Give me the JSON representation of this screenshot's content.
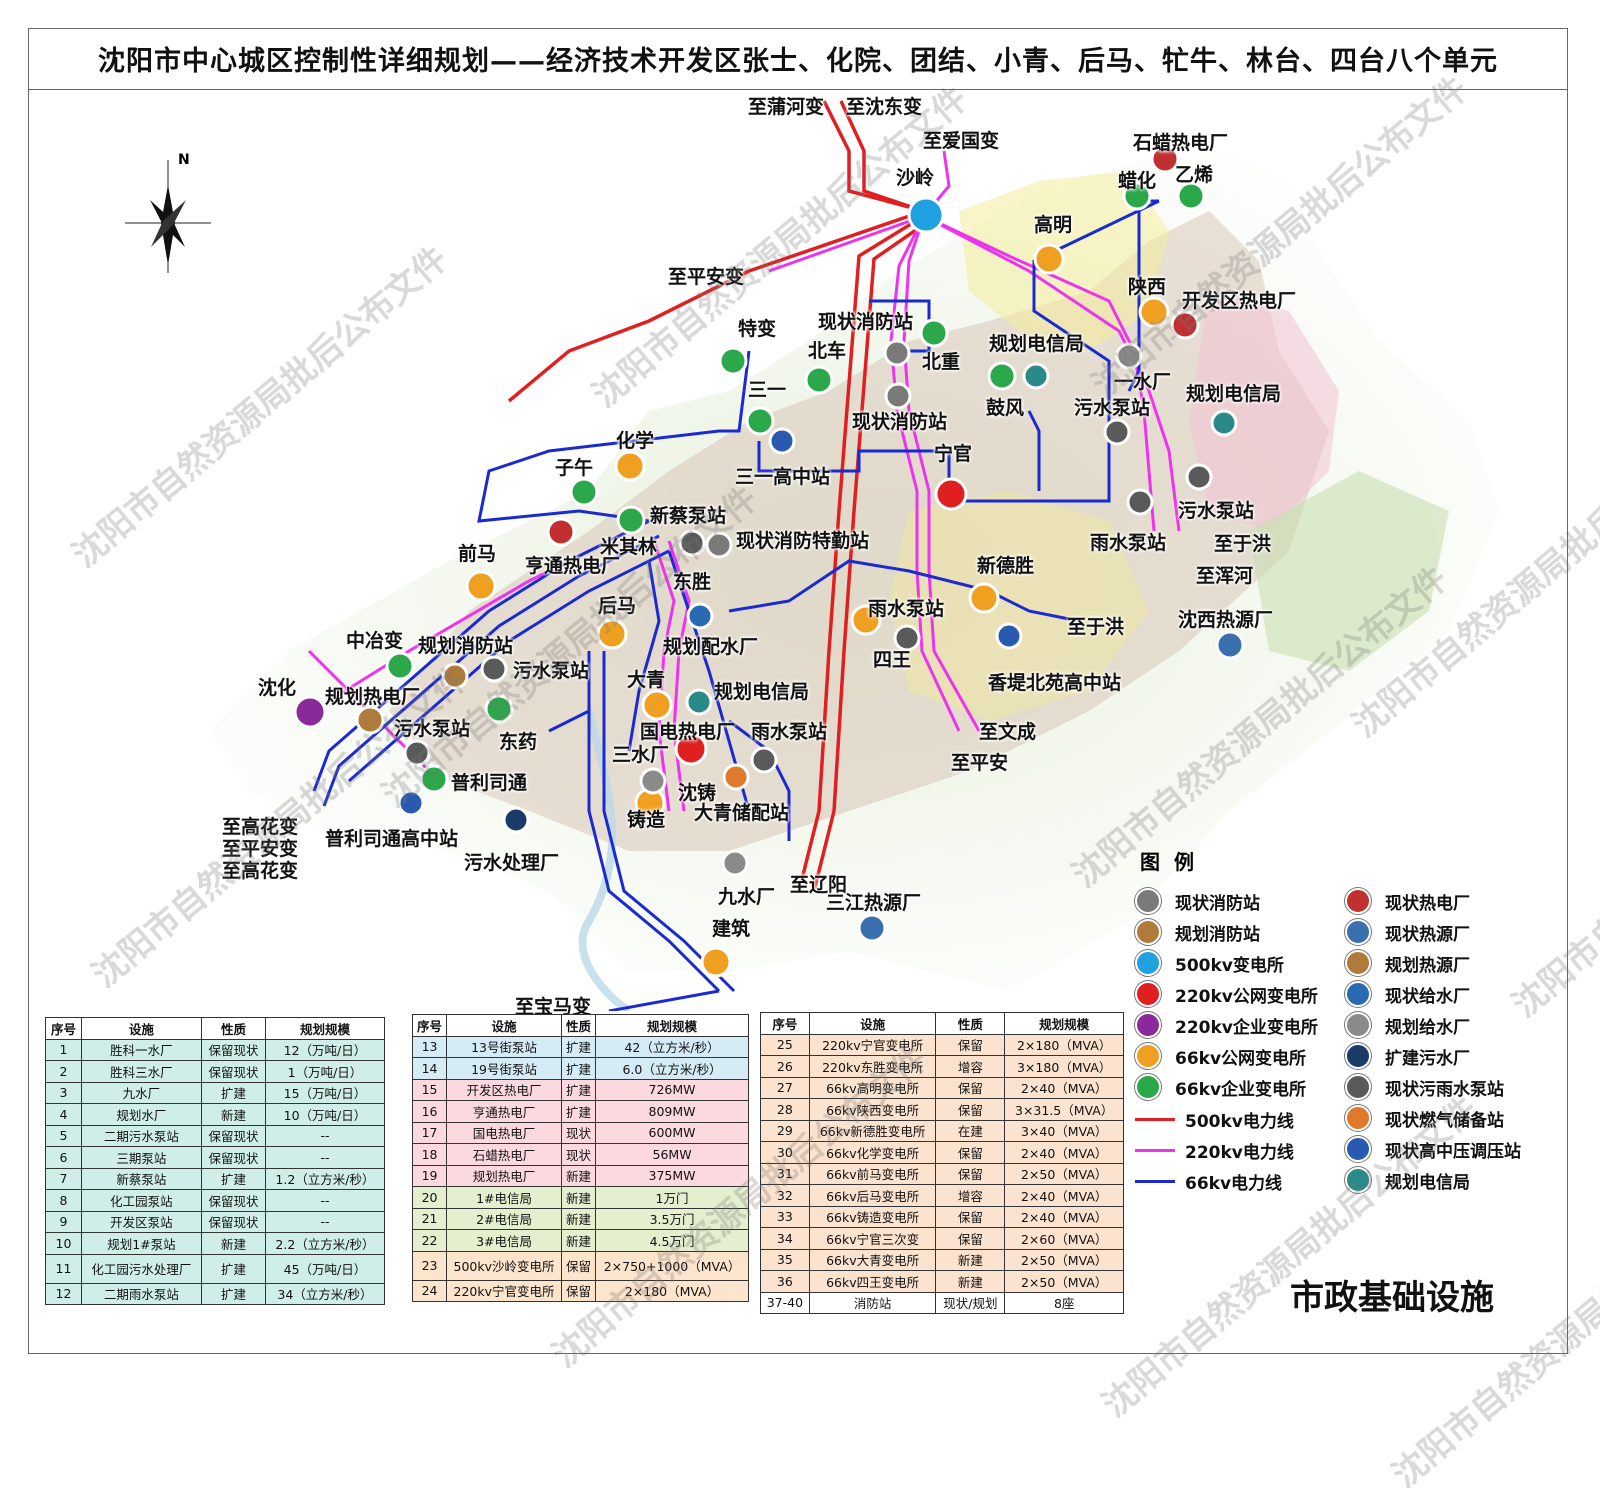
{
  "title": "沈阳市中心城区控制性详细规划——经济技术开发区张士、化院、团结、小青、后马、牤牛、林台、四台八个单元",
  "compass": "N",
  "map_labels": [
    "至蒲河变",
    "至沈东变",
    "至爱国变",
    "沙岭",
    "石蜡热电厂",
    "蜡化",
    "乙烯",
    "高明",
    "至平安变",
    "陕西",
    "开发区热电厂",
    "特变",
    "现状消防站",
    "北车",
    "北重",
    "规划电信局",
    "三一",
    "一水厂",
    "规划电信局",
    "现状消防站",
    "鼓风",
    "污水泵站",
    "化学",
    "三一高中站",
    "宁官",
    "子午",
    "污水泵站",
    "新蔡泵站",
    "米其林",
    "亨通热电厂",
    "现状消防特勤站",
    "雨水泵站",
    "至于洪",
    "前马",
    "东胜",
    "至浑河",
    "新德胜",
    "后马",
    "沈西热源厂",
    "雨水泵站",
    "至于洪",
    "中冶变",
    "规划消防站",
    "规划配水厂",
    "四王",
    "污水泵站",
    "大青",
    "香堤北苑高中站",
    "沈化",
    "规划热电厂",
    "规划电信局",
    "东药",
    "污水泵站",
    "国电热电厂",
    "雨水泵站",
    "至文成",
    "三水厂",
    "至平安",
    "普利司通",
    "沈铸",
    "铸造",
    "大青储配站",
    "至高花变",
    "至平安变",
    "至高花变",
    "普利司通高中站",
    "污水处理厂",
    "九水厂",
    "至辽阳",
    "三江热源厂",
    "建筑",
    "至宝马变"
  ],
  "table1": {
    "headers": [
      "序号",
      "设施",
      "性质",
      "规划规模"
    ],
    "rows": [
      [
        "1",
        "胜科一水厂",
        "保留现状",
        "12（万吨/日）"
      ],
      [
        "2",
        "胜科三水厂",
        "保留现状",
        "1（万吨/日）"
      ],
      [
        "3",
        "九水厂",
        "扩建",
        "15（万吨/日）"
      ],
      [
        "4",
        "规划水厂",
        "新建",
        "10（万吨/日）"
      ],
      [
        "5",
        "二期污水泵站",
        "保留现状",
        "--"
      ],
      [
        "6",
        "三期泵站",
        "保留现状",
        "--"
      ],
      [
        "7",
        "新蔡泵站",
        "扩建",
        "1.2（立方米/秒）"
      ],
      [
        "8",
        "化工园泵站",
        "保留现状",
        "--"
      ],
      [
        "9",
        "开发区泵站",
        "保留现状",
        "--"
      ],
      [
        "10",
        "规划1#泵站",
        "新建",
        "2.2（立方米/秒）"
      ],
      [
        "11",
        "化工园污水处理厂",
        "扩建",
        "45（万吨/日）"
      ],
      [
        "12",
        "二期雨水泵站",
        "扩建",
        "34（立方米/秒）"
      ]
    ]
  },
  "table2": {
    "headers": [
      "序号",
      "设施",
      "性质",
      "规划规模"
    ],
    "rows": [
      [
        "13",
        "13号街泵站",
        "扩建",
        "42（立方米/秒）"
      ],
      [
        "14",
        "19号街泵站",
        "扩建",
        "6.0（立方米/秒）"
      ],
      [
        "15",
        "开发区热电厂",
        "扩建",
        "726MW"
      ],
      [
        "16",
        "亨通热电厂",
        "扩建",
        "809MW"
      ],
      [
        "17",
        "国电热电厂",
        "现状",
        "600MW"
      ],
      [
        "18",
        "石蜡热电厂",
        "现状",
        "56MW"
      ],
      [
        "19",
        "规划热电厂",
        "新建",
        "375MW"
      ],
      [
        "20",
        "1#电信局",
        "新建",
        "1万门"
      ],
      [
        "21",
        "2#电信局",
        "新建",
        "3.5万门"
      ],
      [
        "22",
        "3#电信局",
        "新建",
        "4.5万门"
      ],
      [
        "23",
        "500kv沙岭变电所",
        "保留",
        "2×750+1000（MVA）"
      ],
      [
        "24",
        "220kv宁官变电所",
        "保留",
        "2×180（MVA）"
      ]
    ]
  },
  "table3": {
    "headers": [
      "序号",
      "设施",
      "性质",
      "规划规模"
    ],
    "rows": [
      [
        "25",
        "220kv宁官变电所",
        "保留",
        "2×180（MVA）"
      ],
      [
        "26",
        "220kv东胜变电所",
        "增容",
        "3×180（MVA）"
      ],
      [
        "27",
        "66kv高明变电所",
        "保留",
        "2×40（MVA）"
      ],
      [
        "28",
        "66kv陕西变电所",
        "保留",
        "3×31.5（MVA）"
      ],
      [
        "29",
        "66kv新德胜变电所",
        "在建",
        "3×40（MVA）"
      ],
      [
        "30",
        "66kv化学变电所",
        "保留",
        "2×40（MVA）"
      ],
      [
        "31",
        "66kv前马变电所",
        "保留",
        "2×50（MVA）"
      ],
      [
        "32",
        "66kv后马变电所",
        "增容",
        "2×40（MVA）"
      ],
      [
        "33",
        "66kv铸造变电所",
        "保留",
        "2×40（MVA）"
      ],
      [
        "34",
        "66kv宁官三次变",
        "保留",
        "2×60（MVA）"
      ],
      [
        "35",
        "66kv大青变电所",
        "新建",
        "2×50（MVA）"
      ],
      [
        "36",
        "66kv四王变电所",
        "新建",
        "2×50（MVA）"
      ],
      [
        "37-40",
        "消防站",
        "现状/规划",
        "8座"
      ]
    ]
  },
  "legend": {
    "title": "图例",
    "items_left": [
      {
        "label": "现状消防站",
        "color": "#7a7a7a"
      },
      {
        "label": "规划消防站",
        "color": "#b07a3a"
      },
      {
        "label": "500kv变电所",
        "color": "#1fa0e0"
      },
      {
        "label": "220kv公网变电所",
        "color": "#e02020"
      },
      {
        "label": "220kv企业变电所",
        "color": "#8a2a9a"
      },
      {
        "label": "66kv公网变电所",
        "color": "#f0a020"
      },
      {
        "label": "66kv企业变电所",
        "color": "#2aa84a"
      }
    ],
    "lines": [
      {
        "label": "500kv电力线",
        "color": "#e02020"
      },
      {
        "label": "220kv电力线",
        "color": "#ee33ee"
      },
      {
        "label": "66kv电力线",
        "color": "#1a2ad0"
      }
    ],
    "items_right": [
      {
        "label": "现状热电厂",
        "color": "#c03030"
      },
      {
        "label": "现状热源厂",
        "color": "#3a70b0"
      },
      {
        "label": "规划热源厂",
        "color": "#b07a3a"
      },
      {
        "label": "现状给水厂",
        "color": "#2a6ab0"
      },
      {
        "label": "规划给水厂",
        "color": "#8a8a8a"
      },
      {
        "label": "扩建污水厂",
        "color": "#1a3a6a"
      },
      {
        "label": "现状污雨水泵站",
        "color": "#5a5a5a"
      },
      {
        "label": "现状燃气储备站",
        "color": "#e07a2a"
      },
      {
        "label": "现状高中压调压站",
        "color": "#2a5ab0"
      },
      {
        "label": "规划电信局",
        "color": "#2a8a8a"
      }
    ]
  },
  "infra_title": "市政基础设施",
  "watermark": "沈阳市自然资源局批后公布文件"
}
